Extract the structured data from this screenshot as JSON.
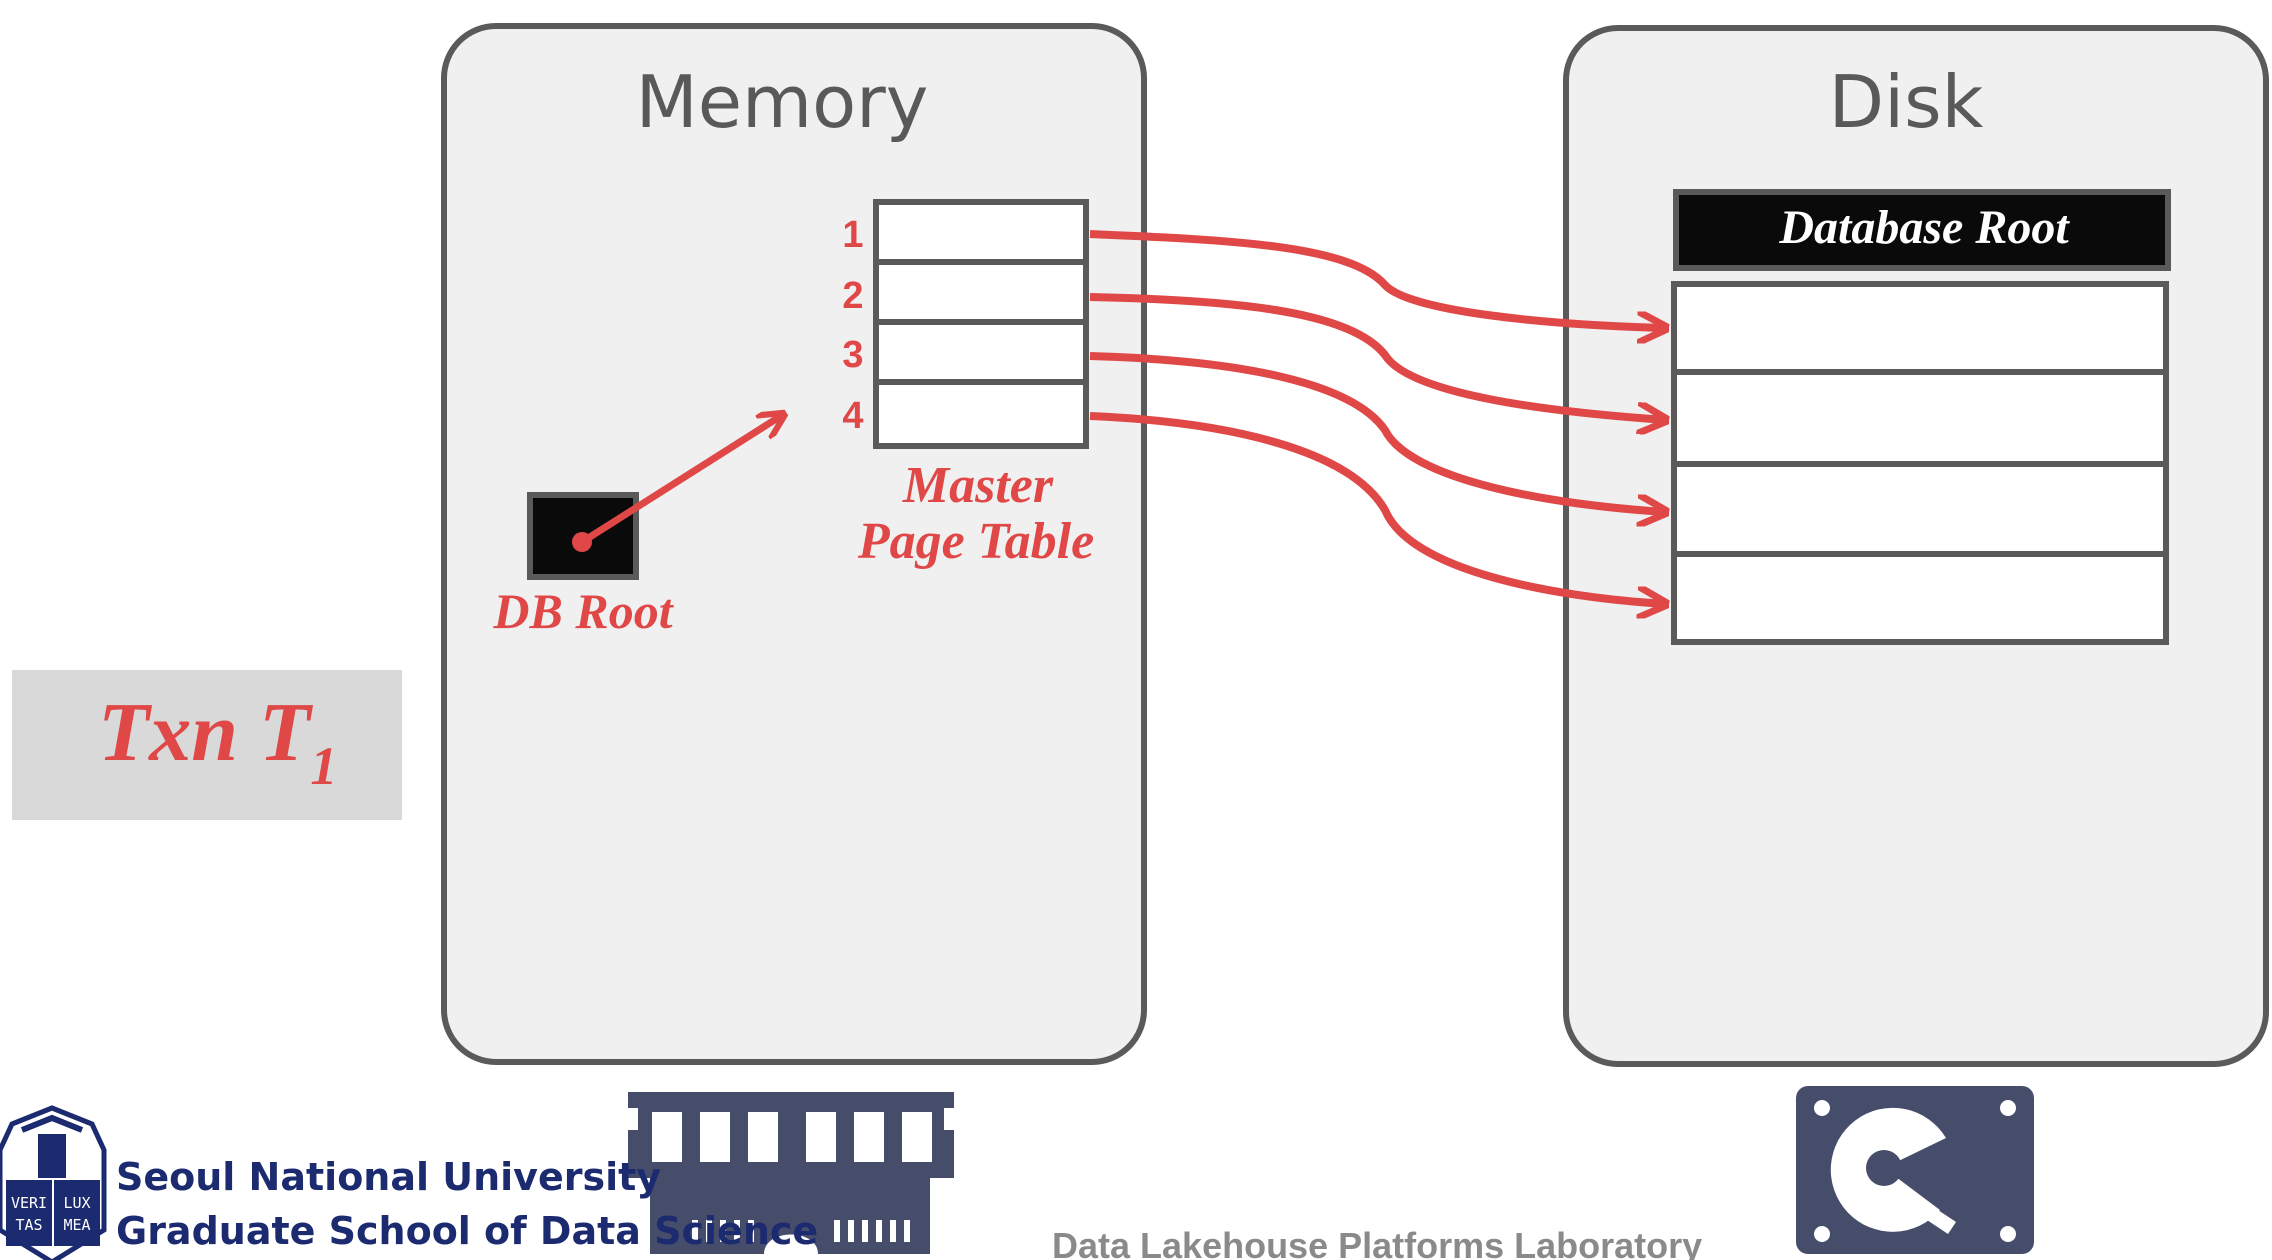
{
  "memory": {
    "title": "Memory",
    "db_root_label": "DB Root",
    "page_table": {
      "label_line1": "Master",
      "label_line2": "Page Table",
      "rows": [
        "1",
        "2",
        "3",
        "4"
      ]
    },
    "icon": "ram-chip-icon"
  },
  "disk": {
    "title": "Disk",
    "root_label": "Database Root",
    "page_count": 4,
    "icon": "hard-disk-icon"
  },
  "txn": {
    "label": "Txn T",
    "subscript": "1"
  },
  "footer": {
    "university": "Seoul National University",
    "school": "Graduate School of Data Science",
    "lab": "Data Lakehouse Platforms Laboratory",
    "logo_text": [
      "VERI",
      "TAS",
      "LUX",
      "MEA"
    ]
  },
  "colors": {
    "accent_red": "#e04848",
    "panel_fill": "#f0f0f0",
    "panel_border": "#5a5a5a",
    "icon_navy": "#454d6b",
    "snu_blue": "#1c2a70"
  }
}
